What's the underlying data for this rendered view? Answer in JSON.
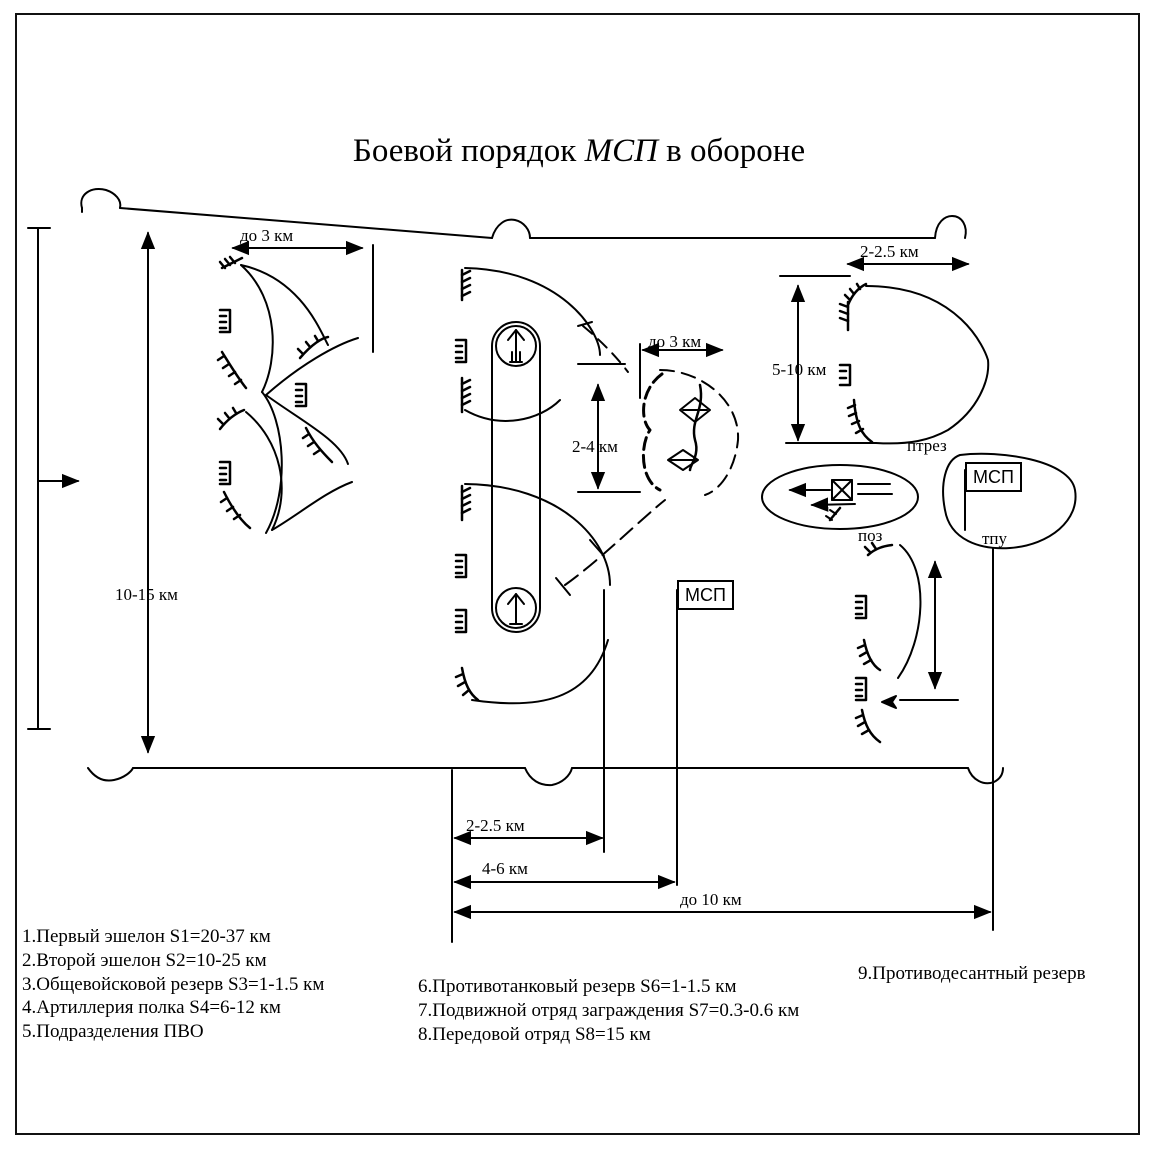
{
  "title": {
    "prefix": "Боевой порядок",
    "unit": "МСП",
    "suffix": "в обороне"
  },
  "labels": {
    "first_echelon_depth": "до 3 км",
    "front_width": "10-15 км",
    "second_echelon_depth": "до 3 км",
    "antitank_depth": "2-4 км",
    "reserve_depth": "2-2.5 км",
    "reserve_width": "5-10 км",
    "antitank_reserve": "птрез",
    "position": "поз",
    "rear_cp": "тпу",
    "dist_2_2_5": "2-2.5 км",
    "dist_4_6": "4-6 км",
    "dist_10": "до 10 км"
  },
  "flags": {
    "regiment_cp": "МСП",
    "rear_regiment": "МСП"
  },
  "legend": {
    "col1": [
      "1.Первый эшелон S1=20-37 км",
      "2.Второй эшелон S2=10-25 км",
      "3.Общевойсковой резерв S3=1-1.5 км",
      "4.Артиллерия полка S4=6-12 км",
      "5.Подразделения ПВО"
    ],
    "col2": [
      "6.Противотанковый резерв S6=1-1.5 км",
      "7.Подвижной отряд заграждения S7=0.3-0.6 км",
      "8.Передовой отряд S8=15 км"
    ],
    "col3": [
      "9.Противодесантный резерв"
    ]
  }
}
